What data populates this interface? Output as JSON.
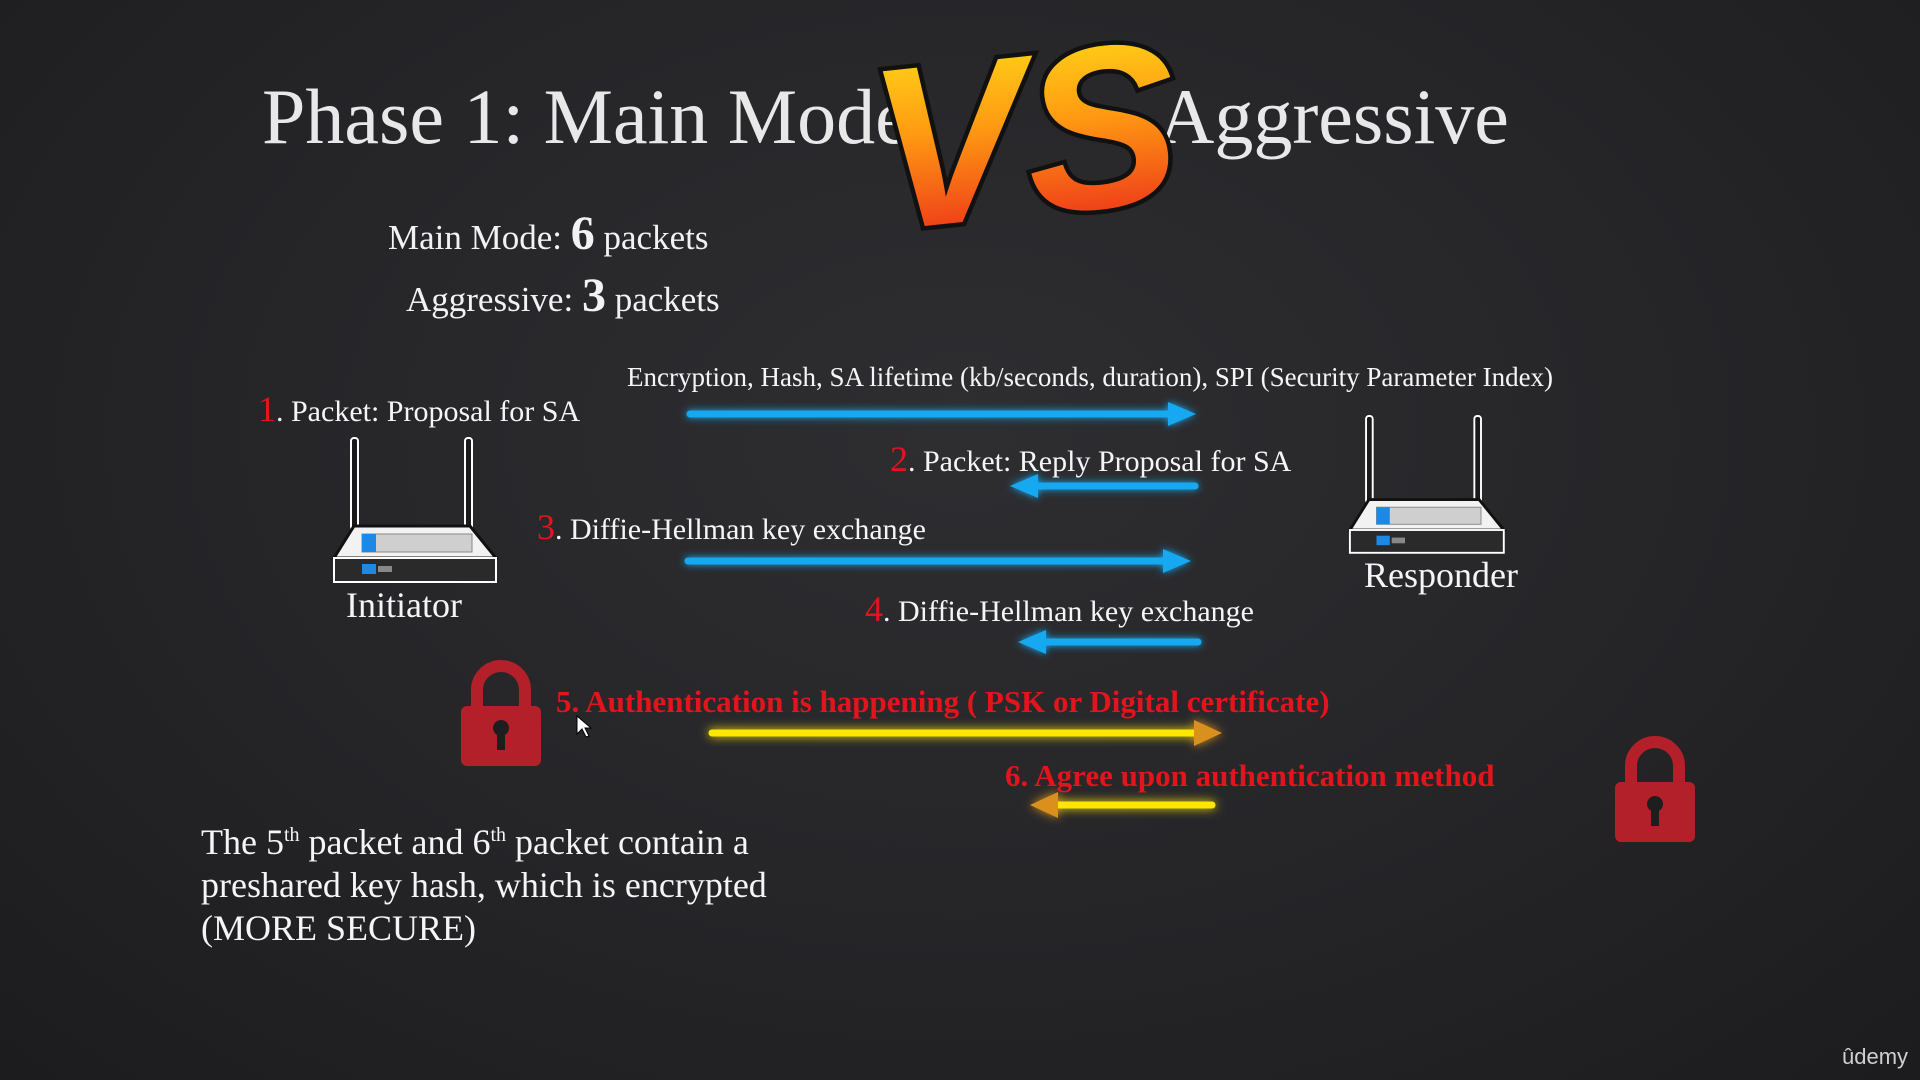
{
  "title": {
    "left": "Phase 1: Main Mode",
    "vs": "VS",
    "right": "Aggressive"
  },
  "counts": {
    "main_label": "Main Mode: ",
    "main_value": "6",
    "main_unit": " packets",
    "aggr_label": "Aggressive: ",
    "aggr_value": "3",
    "aggr_unit": " packets"
  },
  "packets": [
    {
      "num": "1",
      "text": ". Packet: Proposal for SA",
      "detail": "Encryption, Hash, SA lifetime (kb/seconds, duration), SPI (Security Parameter Index)"
    },
    {
      "num": "2",
      "text": ". Packet:  Reply Proposal for SA"
    },
    {
      "num": "3",
      "text": ". Diffie-Hellman key exchange"
    },
    {
      "num": "4",
      "text": ". Diffie-Hellman key exchange"
    },
    {
      "num": "5",
      "text": ". Authentication is happening ( PSK or Digital certificate)"
    },
    {
      "num": "6",
      "text": ". Agree upon authentication method"
    }
  ],
  "devices": {
    "initiator": "Initiator",
    "responder": "Responder"
  },
  "note": {
    "part1": "The 5",
    "sup1": "th",
    "part2": " packet and 6",
    "sup2": "th",
    "part3": " packet contain a preshared key hash, which is encrypted (MORE SECURE)"
  },
  "brand": "ûdemy",
  "colors": {
    "blue_arrow": "#19a8f0",
    "yellow_arrow": "#ffe600",
    "red_text": "#e3141b",
    "lock": "#b3202a"
  },
  "icons": [
    "router-icon",
    "lock-icon",
    "vs-logo",
    "cursor-icon"
  ]
}
